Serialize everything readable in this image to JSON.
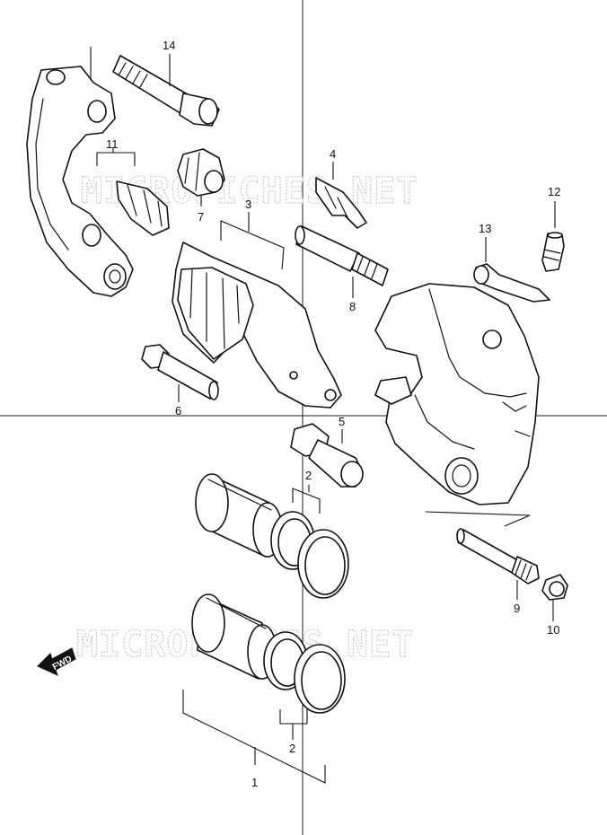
{
  "watermarks": [
    "MICROFICHES.NET",
    "MICROFICHES.NET"
  ],
  "fwd_label": "FWD",
  "callouts": {
    "c1": "1",
    "c2_upper": "2",
    "c2_lower": "2",
    "c3": "3",
    "c4": "4",
    "c5": "5",
    "c6": "6",
    "c7": "7",
    "c8": "8",
    "c9": "9",
    "c10": "10",
    "c11": "11",
    "c12": "12",
    "c13": "13",
    "c14": "14"
  },
  "icons": {
    "fwd_arrow": "arrow-left-icon"
  }
}
